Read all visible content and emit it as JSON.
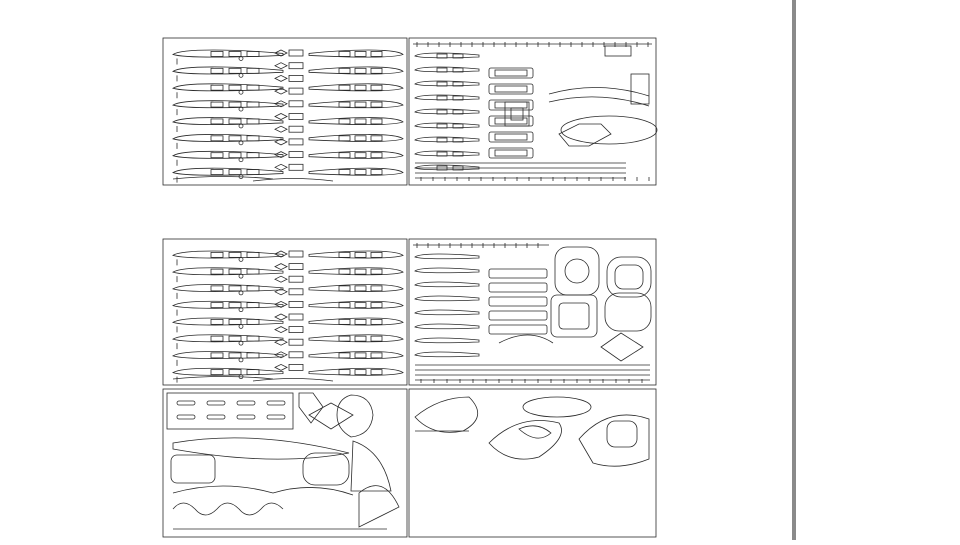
{
  "drawing": {
    "kind": "cnc-laser-cut-parts-layout",
    "line_color": "#2b2b2b",
    "background": "#ffffff",
    "right_edge_color": "#8a8a8a",
    "sheet_groups": [
      {
        "name": "upper-sheet-pair",
        "sheets": [
          "rib-sheet",
          "fuselage-parts-sheet-a"
        ]
      },
      {
        "name": "lower-sheet-set",
        "sheets": [
          "rib-sheet",
          "fuselage-parts-sheet-b",
          "fuselage-sides-sheet",
          "tail-parts-sheet"
        ]
      }
    ]
  }
}
